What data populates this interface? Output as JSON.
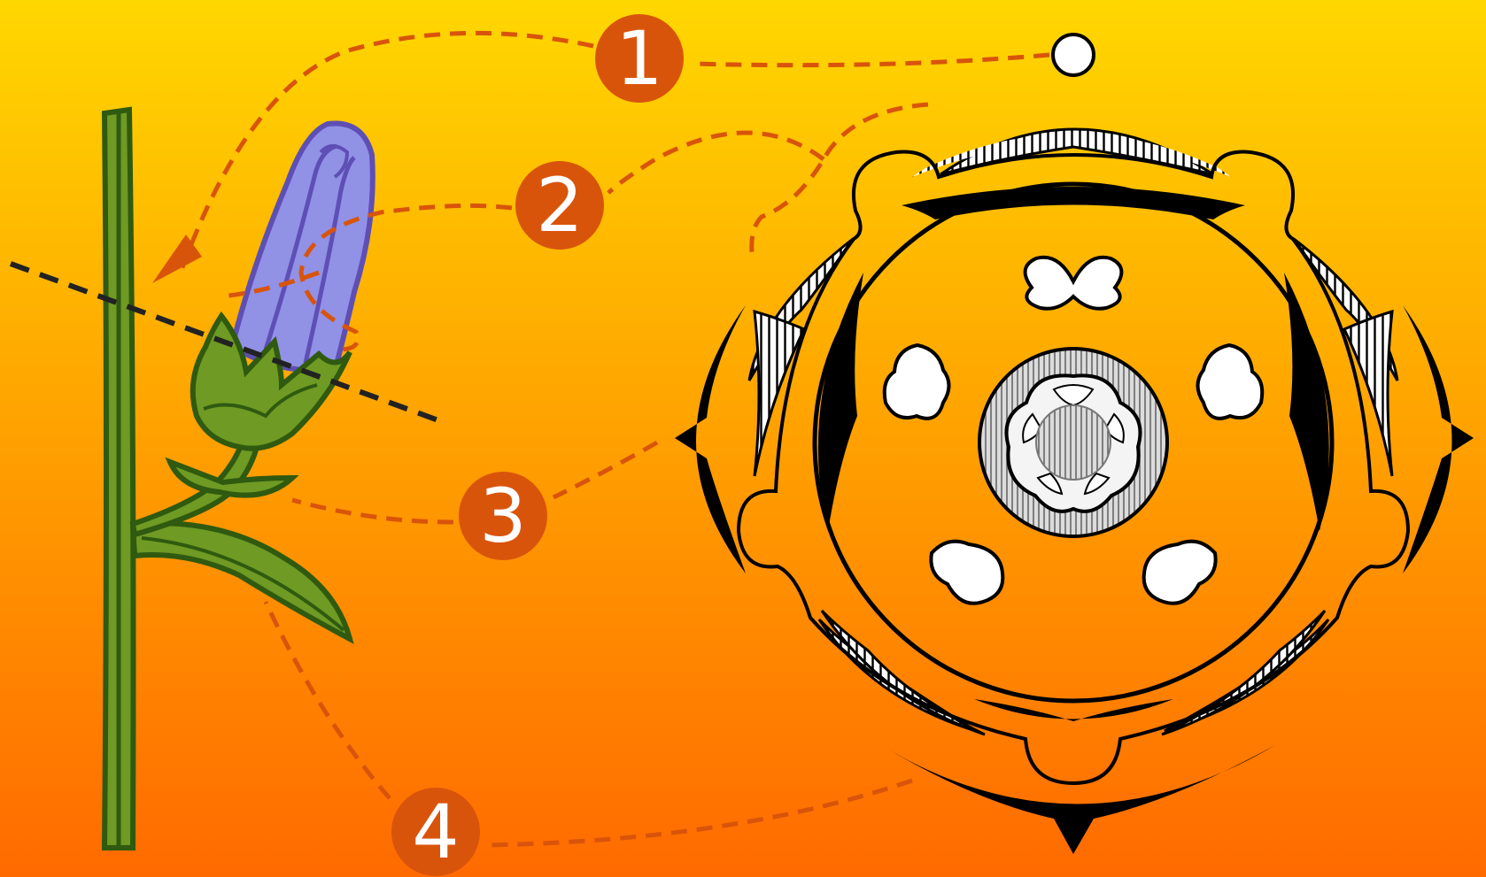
{
  "diagram": {
    "callouts": [
      {
        "number": "1"
      },
      {
        "number": "2"
      },
      {
        "number": "3"
      },
      {
        "number": "4"
      }
    ]
  },
  "colors": {
    "background_top": "#ffd700",
    "background_bottom": "#ff6a00",
    "callout_fill": "#d9540b",
    "leader_line": "#d9540b",
    "stem": "#6f9a23",
    "stem_outline": "#2f5a10",
    "corolla": "#9191e6",
    "corolla_outline": "#5e4fb5",
    "calyx": "#6f9a23",
    "diagram_ink": "#000000"
  },
  "icons": [
    "flower-bud-icon",
    "floral-diagram-icon"
  ]
}
